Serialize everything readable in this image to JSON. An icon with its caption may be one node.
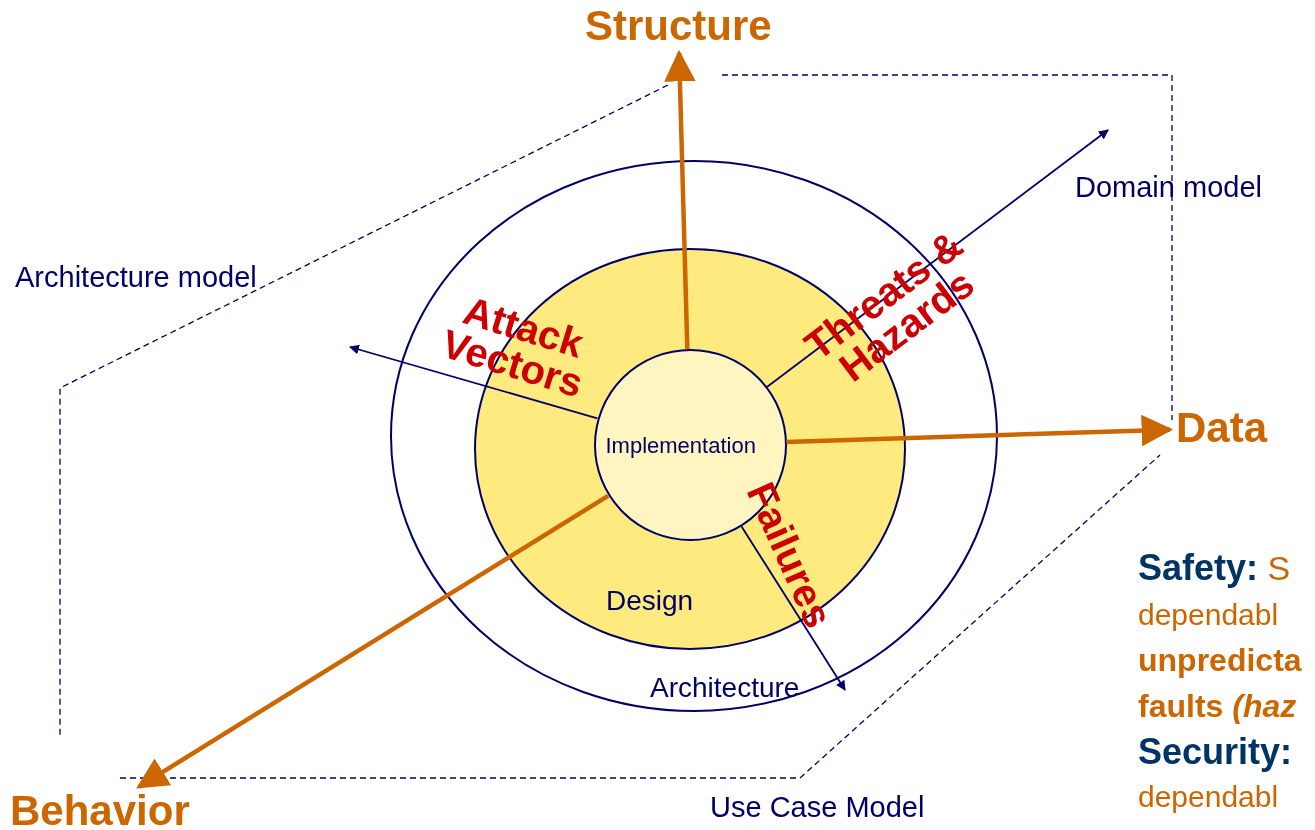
{
  "diagram": {
    "nodes": [
      {
        "text": [
          "Architecture"
        ]
      },
      {
        "text": [
          "Design"
        ],
        "in": 0
      },
      {
        "text": [
          "Implementation"
        ],
        "in": 1
      },
      {
        "text": [
          "Structure"
        ]
      },
      {
        "text": [
          "Data"
        ]
      },
      {
        "text": [
          "Behavior"
        ]
      }
    ],
    "edges": [
      {
        "from": 2,
        "to": 3,
        "arrow": "to",
        "style": "thick",
        "color": "#cc6600"
      },
      {
        "from": 2,
        "to": 4,
        "arrow": "to",
        "style": "thick",
        "color": "#cc6600"
      },
      {
        "from": 2,
        "to": 5,
        "arrow": "to",
        "style": "thick",
        "color": "#cc6600"
      },
      {
        "from": 2,
        "to": null,
        "arrow": "to",
        "label": "Attack Vectors",
        "color": "#000066"
      },
      {
        "from": 2,
        "to": null,
        "arrow": "to",
        "label": "Threats & Hazards",
        "color": "#000066"
      },
      {
        "from": 2,
        "to": null,
        "arrow": "to",
        "label": "Failures",
        "color": "#000066"
      }
    ],
    "labels": [
      "Architecture model",
      "Domain model",
      "Use Case Model",
      "**Safety:** S",
      "dependabl",
      "unpredicta",
      "faults *(haz*",
      "Security:",
      "dependabl"
    ]
  }
}
